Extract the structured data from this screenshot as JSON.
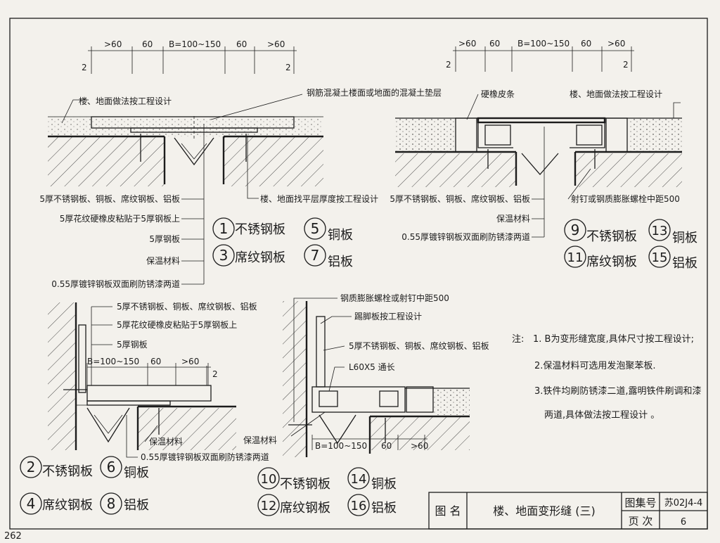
{
  "page_number": "262",
  "title_block": {
    "name_label": "图 名",
    "drawing_title": "楼、地面变形缝 (三)",
    "atlas_label": "图集号",
    "atlas_code": "苏02J4-4",
    "page_label": "页 次",
    "page_no": "6"
  },
  "detail_tl": {
    "dims": [
      ">60",
      "60",
      "B=100~150",
      "60",
      ">60"
    ],
    "dim_2": "2",
    "labels": {
      "floor_design": "楼、地面做法按工程设计",
      "concrete_layer": "钢筋混凝土楼面或地面的混凝土垫层",
      "screed": "楼、地面找平层厚度按工程设计",
      "plate_types": "5厚不锈钢板、铜板、席纹钢板、铝板",
      "rubber": "5厚花纹硬橡皮粘贴于5厚钢板上",
      "steel5": "5厚钢板",
      "insulation": "保温材料",
      "galv": "0.55厚镀锌钢板双面刷防锈漆两道"
    },
    "legend": [
      {
        "num": "1",
        "text": "不锈钢板"
      },
      {
        "num": "5",
        "text": "铜板"
      },
      {
        "num": "3",
        "text": "席纹钢板"
      },
      {
        "num": "7",
        "text": "铝板"
      }
    ]
  },
  "detail_tr": {
    "dims": [
      ">60",
      "60",
      "B=100~150",
      "60",
      ">60"
    ],
    "dim_2": "2",
    "labels": {
      "hard_rubber": "硬橡皮条",
      "floor_design": "楼、地面做法按工程设计",
      "plate_types": "5厚不锈钢板、铜板、席纹钢板、铝板",
      "nail": "射钉或钢质膨胀螺栓中距500",
      "insulation": "保温材料",
      "galv": "0.55厚镀锌钢板双面刷防锈漆两道"
    },
    "legend": [
      {
        "num": "9",
        "text": "不锈钢板"
      },
      {
        "num": "13",
        "text": "铜板"
      },
      {
        "num": "11",
        "text": "席纹钢板"
      },
      {
        "num": "15",
        "text": "铝板"
      }
    ]
  },
  "detail_bl": {
    "labels": {
      "plate_types": "5厚不锈钢板、铜板、席纹钢板、铝板",
      "rubber": "5厚花纹硬橡皮粘贴于5厚钢板上",
      "steel5": "5厚钢板",
      "insulation": "保温材料",
      "galv": "0.55厚镀锌钢板双面刷防锈漆两道"
    },
    "dims": [
      "B=100~150",
      "60",
      ">60"
    ],
    "dim_2": "2",
    "legend": [
      {
        "num": "2",
        "text": "不锈钢板"
      },
      {
        "num": "6",
        "text": "铜板"
      },
      {
        "num": "4",
        "text": "席纹钢板"
      },
      {
        "num": "8",
        "text": "铝板"
      }
    ]
  },
  "detail_bc": {
    "labels": {
      "bolt": "钢质膨胀螺栓或射钉中距500",
      "skirting": "踢脚板按工程设计",
      "plate_types": "5厚不锈钢板、铜板、席纹钢板、铝板",
      "angle": "L60X5 通长",
      "insulation": "保温材料"
    },
    "dims": [
      "B=100~150",
      "60",
      ">60"
    ],
    "legend": [
      {
        "num": "10",
        "text": "不锈钢板"
      },
      {
        "num": "14",
        "text": "铜板"
      },
      {
        "num": "12",
        "text": "席纹钢板"
      },
      {
        "num": "16",
        "text": "铝板"
      }
    ]
  },
  "notes": {
    "prefix": "注:",
    "items": [
      "1. B为变形缝宽度,具体尺寸按工程设计;",
      "2.保温材料可选用发泡聚苯板.",
      "3.铁件均刷防锈漆二道,露明铁件刷调和漆",
      "两道,具体做法按工程设计 。"
    ]
  },
  "colors": {
    "ink": "#1c1c1c",
    "paper": "#f3f1ec"
  }
}
